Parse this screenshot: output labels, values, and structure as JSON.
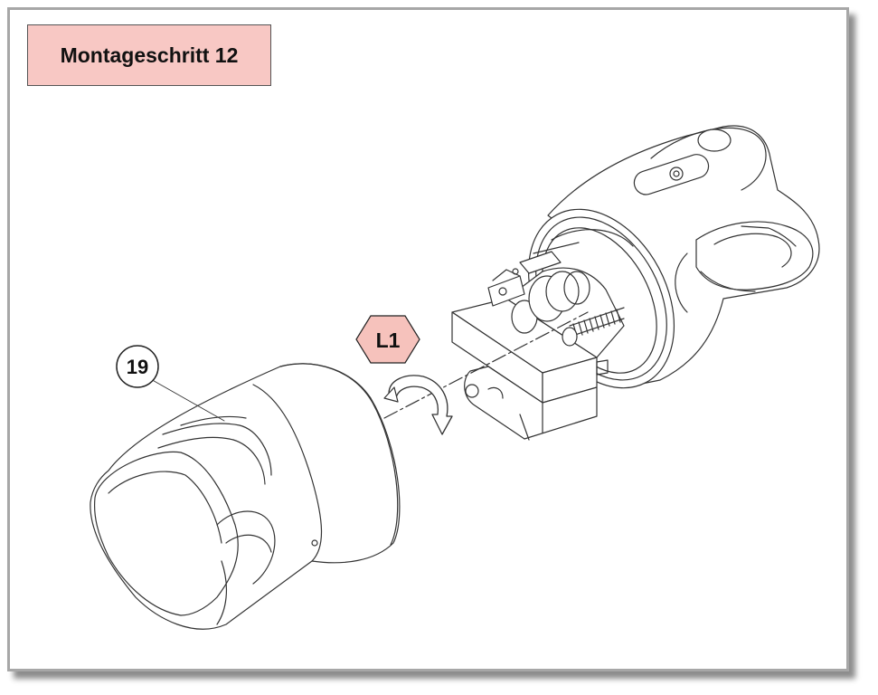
{
  "title": "Montageschritt 12",
  "callouts": {
    "part_number": "19",
    "tool_label": "L1"
  },
  "colors": {
    "title_bg": "#f8c8c4",
    "hex_fill": "#f6c2bc",
    "frame_border": "#a7a7a7",
    "line": "#333333"
  }
}
